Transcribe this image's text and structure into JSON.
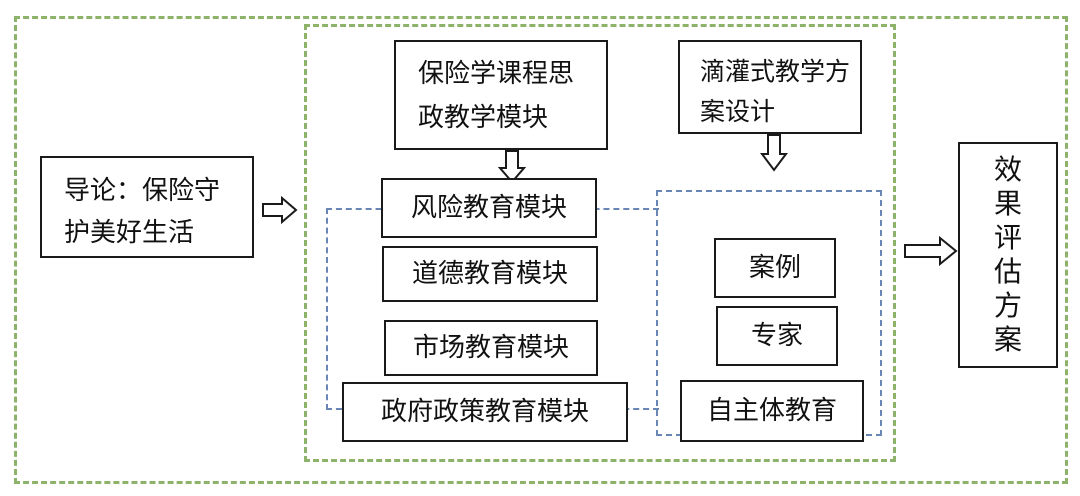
{
  "intro": {
    "text": "导论：保险守护美好生活"
  },
  "insurance_module": {
    "text": "保险学课程思政教学模块"
  },
  "drip_design": {
    "text": "滴灌式教学方案设计"
  },
  "modules": [
    {
      "label": "风险教育模块"
    },
    {
      "label": "道德教育模块"
    },
    {
      "label": "市场教育模块"
    },
    {
      "label": "政府政策教育模块"
    }
  ],
  "methods": [
    {
      "label": "案例"
    },
    {
      "label": "专家"
    },
    {
      "label": "自主体教育"
    }
  ],
  "evaluation": {
    "chars": [
      "效",
      "果",
      "评",
      "估",
      "方",
      "案"
    ]
  },
  "colors": {
    "outer_dashed": "#8db36a",
    "inner_dashed": "#6a86b6",
    "box_border": "#1a1a1a"
  }
}
